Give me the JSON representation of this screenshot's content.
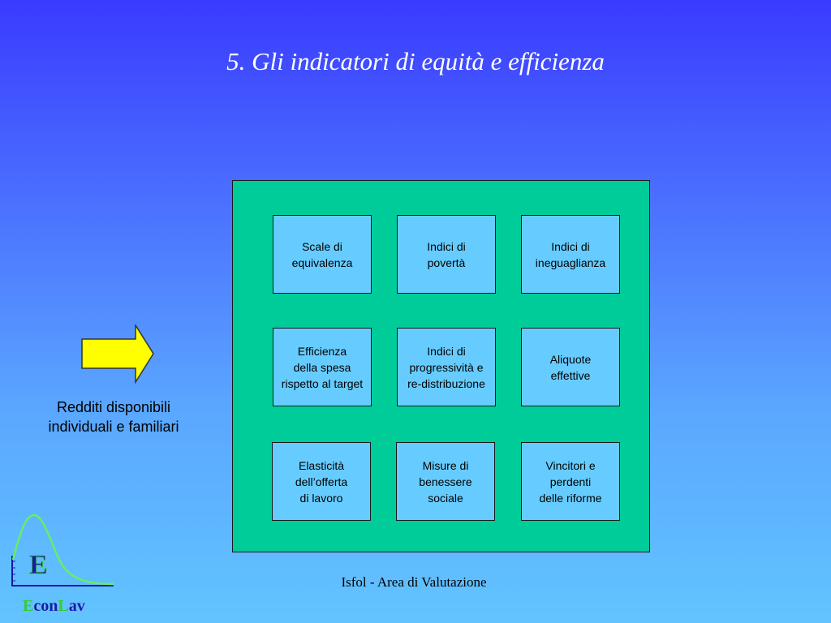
{
  "slide": {
    "title": "5. Gli indicatori di equità e efficienza",
    "input_label": "Redditi disponibili\nindividuali e familiari",
    "footer": "Isfol - Area di Valutazione"
  },
  "grid": [
    "Scale di\nequivalenza",
    "Indici di\npovertà",
    "Indici di\nineguaglianza",
    "Efficienza\ndella spesa\nrispetto al target",
    "Indici di\nprogressività e\nre-distribuzione",
    "Aliquote\neffettive",
    "Elasticità\ndell’offerta\ndi lavoro",
    "Misure di\nbenessere\nsociale",
    "Vincitori e\nperdenti\ndelle riforme"
  ],
  "logo": {
    "letter": "E",
    "name_part1": "E",
    "name_part2": "con",
    "name_part3": "L",
    "name_part4": "av"
  },
  "colors": {
    "panel": "#00cc99",
    "box": "#66ccff",
    "arrow": "#ffff00",
    "title_text": "#ffffff"
  },
  "icons": {
    "arrow": "right-arrow-icon",
    "logo": "bell-curve-logo-icon"
  }
}
